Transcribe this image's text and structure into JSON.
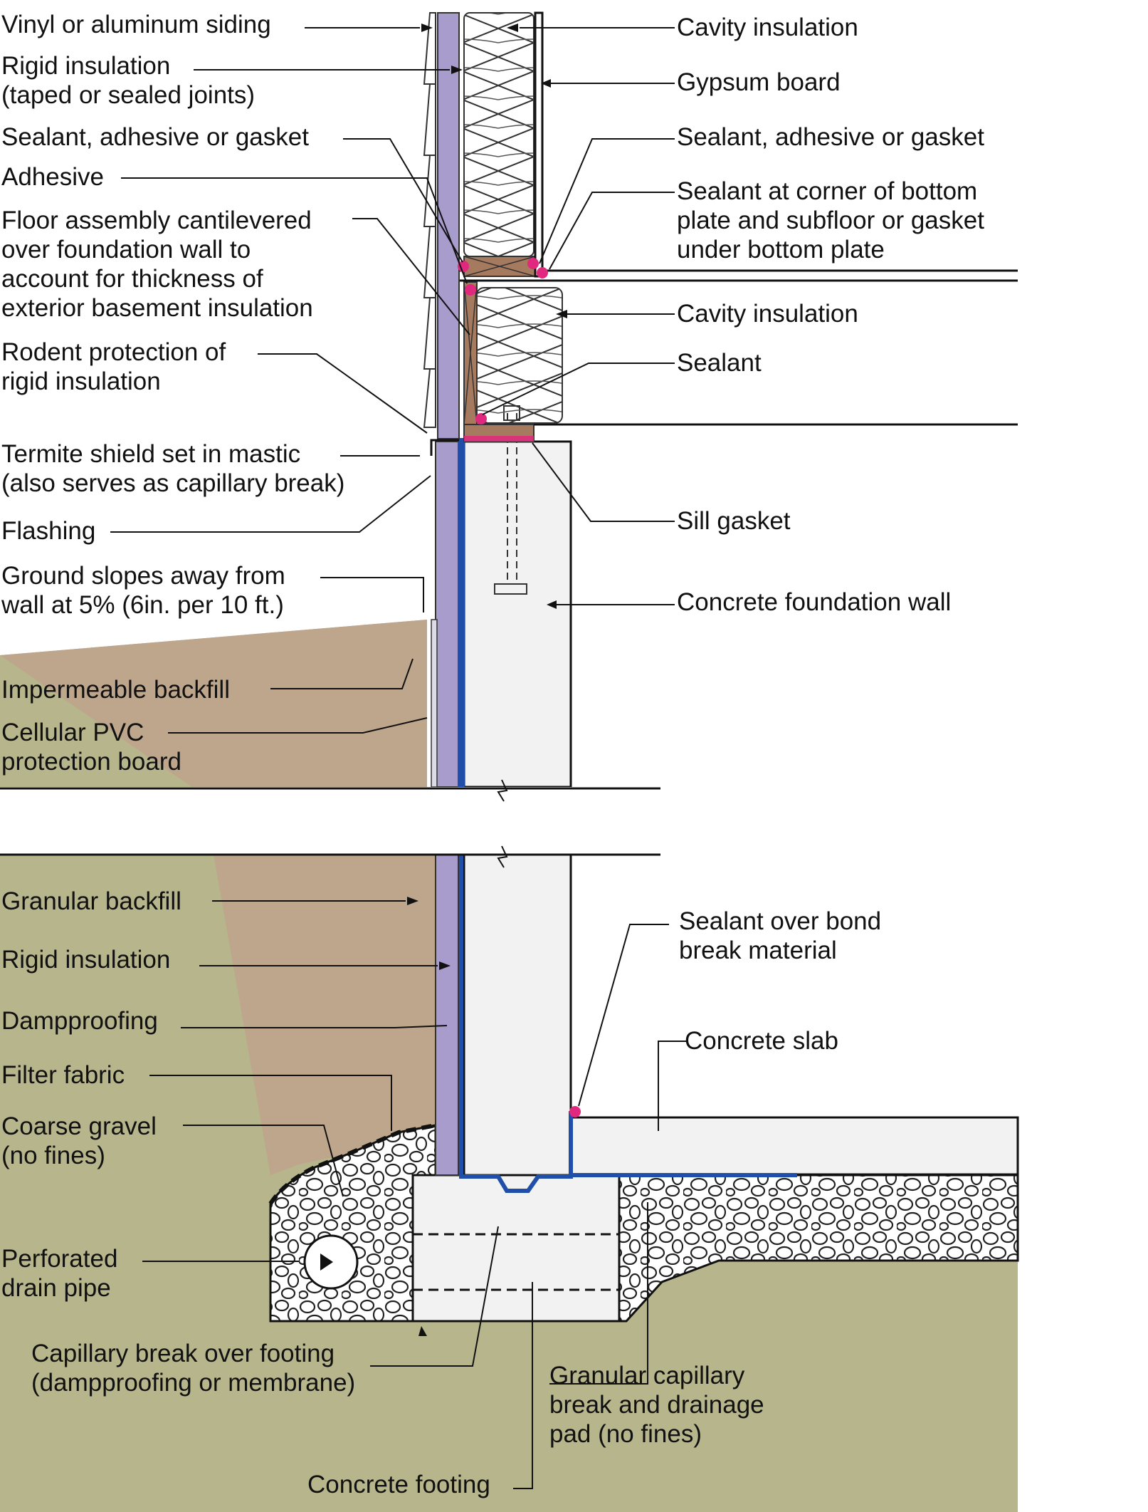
{
  "labels_left": {
    "siding": "Vinyl or aluminum siding",
    "rigid_insulation_top": "Rigid insulation\n(taped or sealed joints)",
    "sealant_left": "Sealant, adhesive or gasket",
    "adhesive": "Adhesive",
    "floor_cantilever": "Floor assembly cantilevered\nover foundation wall to\naccount for thickness of\nexterior basement insulation",
    "rodent": "Rodent protection of\nrigid insulation",
    "termite": "Termite shield set in mastic\n(also serves as capillary break)",
    "flashing": "Flashing",
    "ground_slope": "Ground slopes away from\nwall at 5% (6in. per 10 ft.)",
    "impermeable": "Impermeable backfill",
    "pvc_board": "Cellular PVC\nprotection board",
    "granular_backfill": "Granular backfill",
    "rigid_insulation_bottom": "Rigid insulation",
    "dampproofing": "Dampproofing",
    "filter_fabric": "Filter fabric",
    "coarse_gravel": "Coarse gravel\n(no fines)",
    "drain_pipe": "Perforated\ndrain pipe",
    "capillary_footing": "Capillary break over footing\n(dampproofing or membrane)",
    "concrete_footing": "Concrete footing"
  },
  "labels_right": {
    "cavity_top": "Cavity insulation",
    "gypsum": "Gypsum board",
    "sealant_right": "Sealant, adhesive or gasket",
    "sealant_corner": "Sealant at corner of bottom\nplate and subfloor or gasket\nunder bottom plate",
    "cavity_mid": "Cavity insulation",
    "sealant": "Sealant",
    "sill_gasket": "Sill gasket",
    "foundation_wall": "Concrete foundation wall",
    "sealant_bond": "Sealant over bond\nbreak material",
    "slab": "Concrete slab",
    "granular_pad": "Granular capillary\nbreak and drainage\npad (no fines)"
  },
  "colors": {
    "soil": "#b7b58b",
    "backfill": "#bea68c",
    "rigid_insulation": "#a79ccc",
    "wood": "#a67a5e",
    "dampproofing": "#1f4fa8",
    "sealant_dot": "#e0287e",
    "concrete": "#f2f2f2",
    "batt": "#e9e9e9"
  }
}
